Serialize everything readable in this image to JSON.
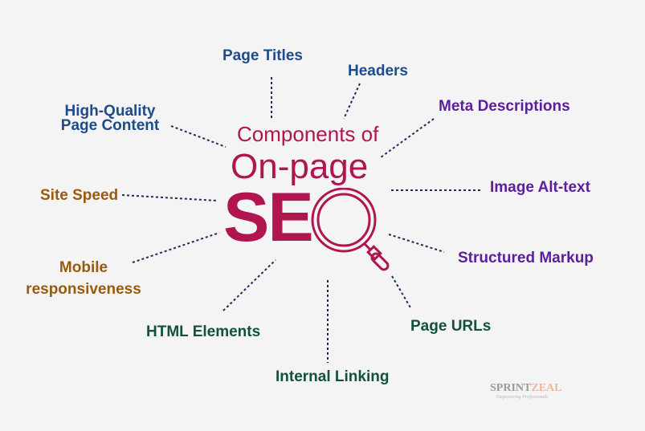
{
  "title": {
    "line1": "Components of",
    "line2": "On-page",
    "line3": "SE"
  },
  "components": {
    "page_titles": "Page Titles",
    "headers": "Headers",
    "meta_descriptions": "Meta Descriptions",
    "high_quality_line1": "High-Quality",
    "high_quality_line2": "Page Content",
    "image_alt_text": "Image Alt-text",
    "site_speed": "Site Speed",
    "structured_markup": "Structured Markup",
    "mobile_line1": "Mobile",
    "mobile_line2": "responsiveness",
    "page_urls": "Page URLs",
    "html_elements": "HTML Elements",
    "internal_linking": "Internal Linking"
  },
  "logo": {
    "name_part1": "SPRINT",
    "name_part2": "ZEAL",
    "tagline": "Empowering Professionals"
  },
  "colors": {
    "accent": "#b0154f",
    "blue": "#1e4b8a",
    "purple": "#5b1f9a",
    "brown": "#9a5a0e",
    "green": "#115238",
    "connector": "#1d2a5c"
  }
}
